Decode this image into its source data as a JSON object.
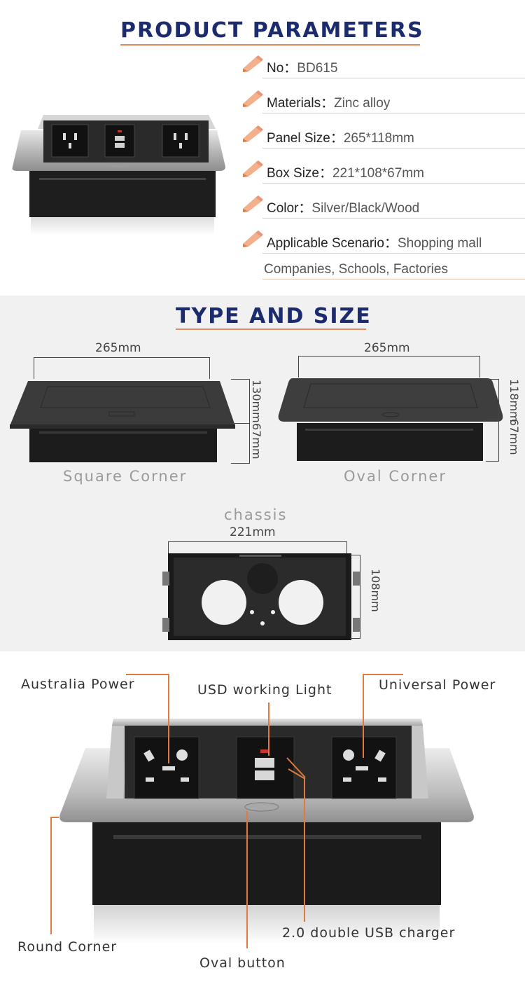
{
  "params_section": {
    "heading": "PRODUCT PARAMETERS",
    "items": [
      {
        "label": "No：",
        "value": "BD615"
      },
      {
        "label": "Materials：",
        "value": "Zinc alloy"
      },
      {
        "label": "Panel Size：",
        "value": "265*118mm"
      },
      {
        "label": "Box Size：",
        "value": "221*108*67mm"
      },
      {
        "label": "Color：",
        "value": "Silver/Black/Wood"
      },
      {
        "label": "Applicable Scenario：",
        "value": "Shopping mall"
      }
    ],
    "continuation": "Companies, Schools, Factories"
  },
  "type_section": {
    "heading": "TYPE AND SIZE",
    "square": {
      "caption": "Square Corner",
      "width": "265mm",
      "depth": "130mm",
      "height": "67mm"
    },
    "oval": {
      "caption": "Oval Corner",
      "width": "265mm",
      "depth": "118mm",
      "height": "67mm"
    },
    "chassis": {
      "caption": "chassis",
      "width": "221mm",
      "depth": "108mm"
    }
  },
  "features_section": {
    "australia": "Australia Power",
    "light": "USD working Light",
    "universal": "Universal Power",
    "usb": "2.0 double USB charger",
    "round": "Round Corner",
    "button": "Oval button"
  },
  "colors": {
    "heading": "#1c2b6e",
    "accent": "#e58b5a",
    "callout_line": "#e07a3e",
    "caption_gray": "#9a9a9a"
  }
}
